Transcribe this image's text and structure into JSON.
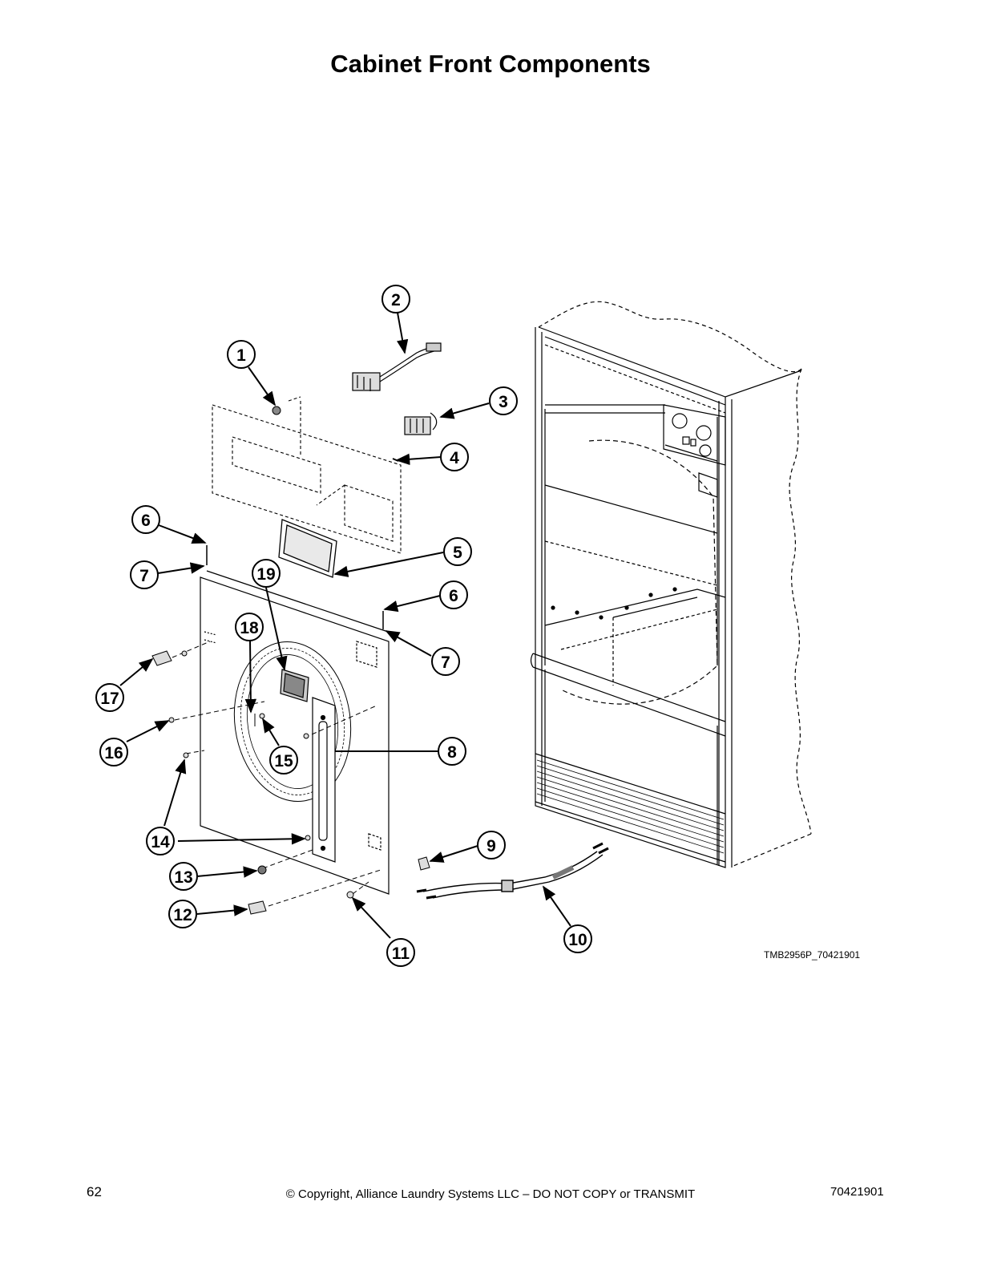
{
  "header": {
    "title": "Cabinet Front Components"
  },
  "diagram": {
    "drawing_id": "TMB2956P_70421901",
    "callouts": [
      "1",
      "2",
      "3",
      "4",
      "5",
      "6",
      "7",
      "19",
      "6",
      "7",
      "18",
      "17",
      "16",
      "15",
      "8",
      "14",
      "9",
      "13",
      "12",
      "11",
      "10"
    ]
  },
  "footer": {
    "page_number": "62",
    "copyright": "© Copyright, Alliance Laundry Systems LLC – DO NOT COPY or TRANSMIT",
    "doc_number": "70421901"
  }
}
